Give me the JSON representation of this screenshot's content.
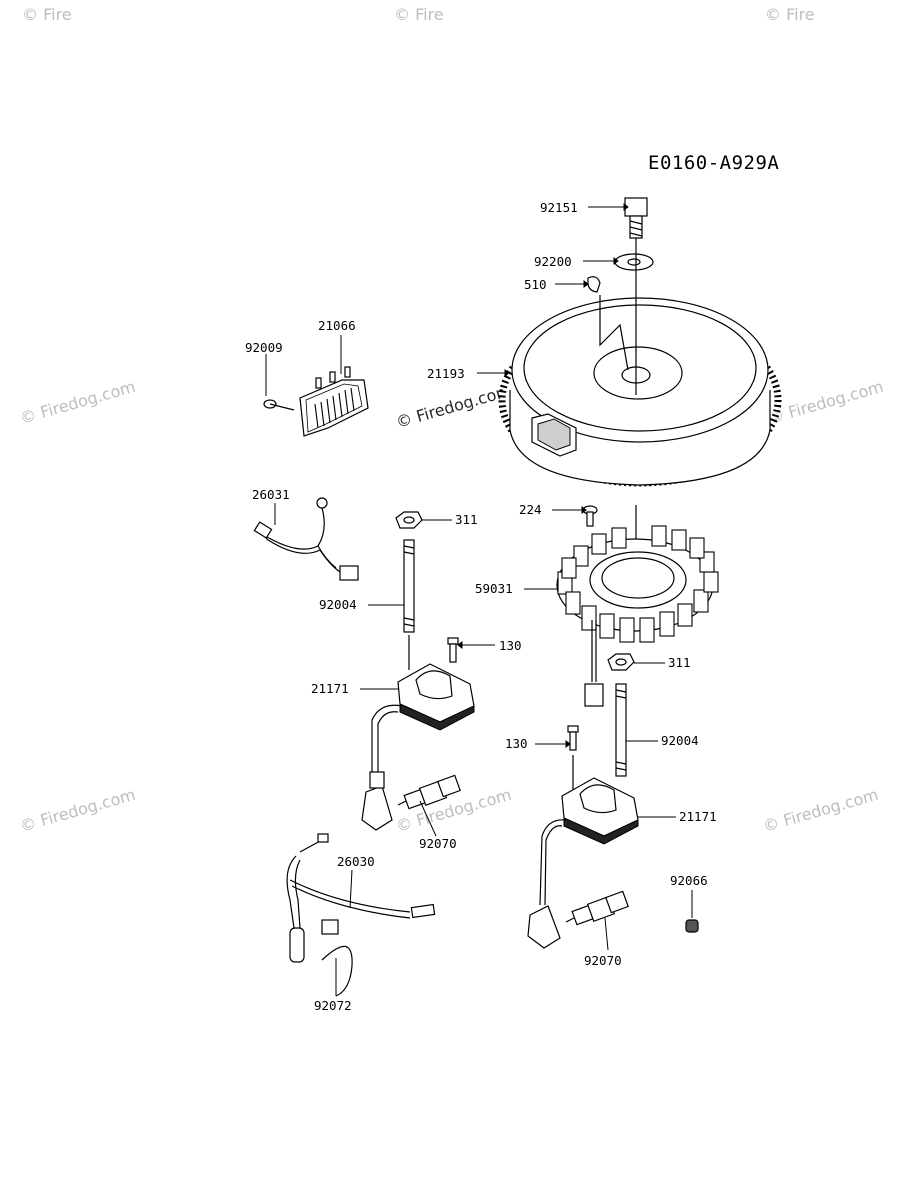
{
  "diagram_code": "E0160-A929A",
  "watermark": {
    "site": "Firedog.com",
    "short": "Fire"
  },
  "parts": [
    {
      "number": "92151"
    },
    {
      "number": "92200"
    },
    {
      "number": "510"
    },
    {
      "number": "21193"
    },
    {
      "number": "21066"
    },
    {
      "number": "92009"
    },
    {
      "number": "26031"
    },
    {
      "number": "311"
    },
    {
      "number": "224"
    },
    {
      "number": "59031"
    },
    {
      "number": "92004"
    },
    {
      "number": "130"
    },
    {
      "number": "21171"
    },
    {
      "number": "311"
    },
    {
      "number": "130"
    },
    {
      "number": "92004"
    },
    {
      "number": "92070"
    },
    {
      "number": "21171"
    },
    {
      "number": "26030"
    },
    {
      "number": "92066"
    },
    {
      "number": "92070"
    },
    {
      "number": "92072"
    }
  ],
  "colors": {
    "line": "#000000",
    "watermark": "#bdbdbd",
    "background": "#ffffff"
  }
}
